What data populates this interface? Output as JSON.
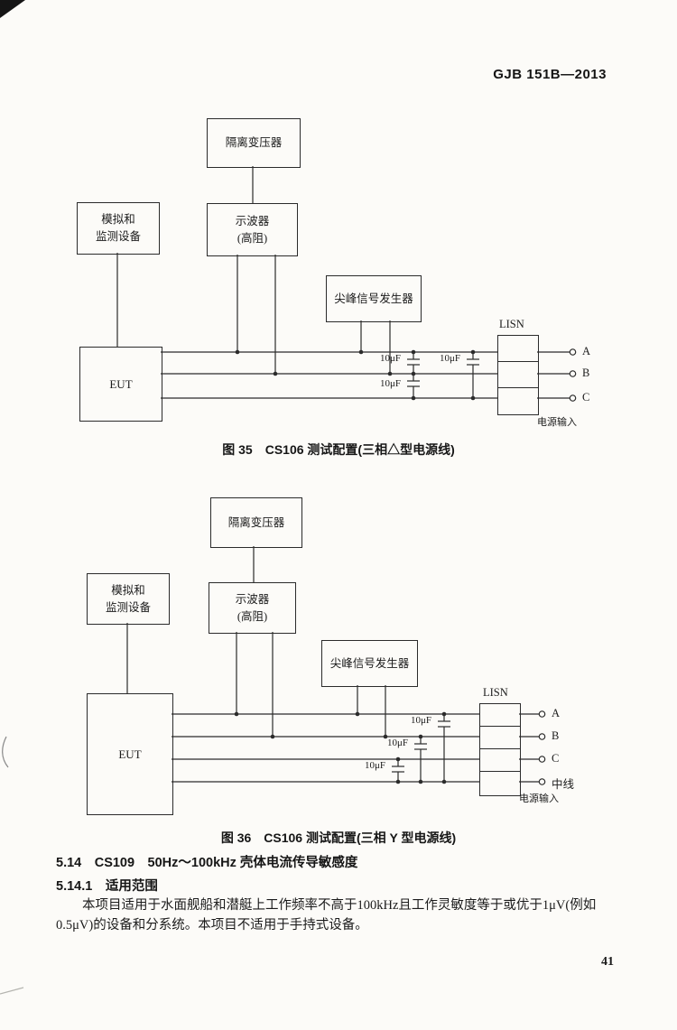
{
  "page": {
    "header": "GJB 151B—2013",
    "page_number": "41"
  },
  "figure35": {
    "boxes": {
      "transformer": "隔离变压器",
      "monitor": "模拟和\n监测设备",
      "oscilloscope": "示波器\n(高阻)",
      "spike": "尖峰信号发生器",
      "eut": "EUT",
      "lisn": "LISN"
    },
    "labels": {
      "cap_ab": "10μF",
      "cap_ac": "10μF",
      "cap_bc": "10μF",
      "a": "A",
      "b": "B",
      "c": "C",
      "power_input": "电源输入"
    },
    "caption": "图 35　CS106 测试配置(三相△型电源线)"
  },
  "figure36": {
    "boxes": {
      "transformer": "隔离变压器",
      "monitor": "模拟和\n监测设备",
      "oscilloscope": "示波器\n(高阻)",
      "spike": "尖峰信号发生器",
      "eut": "EUT",
      "lisn": "LISN"
    },
    "labels": {
      "cap_a": "10μF",
      "cap_b": "10μF",
      "cap_c": "10μF",
      "a": "A",
      "b": "B",
      "c": "C",
      "n": "中线",
      "power_input": "电源输入"
    },
    "caption": "图 36　CS106 测试配置(三相 Y 型电源线)"
  },
  "section": {
    "h514": "5.14　CS109　50Hz～100kHz 壳体电流传导敏感度",
    "h5141": "5.14.1　适用范围",
    "body": "本项目适用于水面舰船和潜艇上工作频率不高于100kHz且工作灵敏度等于或优于1μV(例如0.5μV)的设备和分系统。本项目不适用于手持式设备。"
  }
}
